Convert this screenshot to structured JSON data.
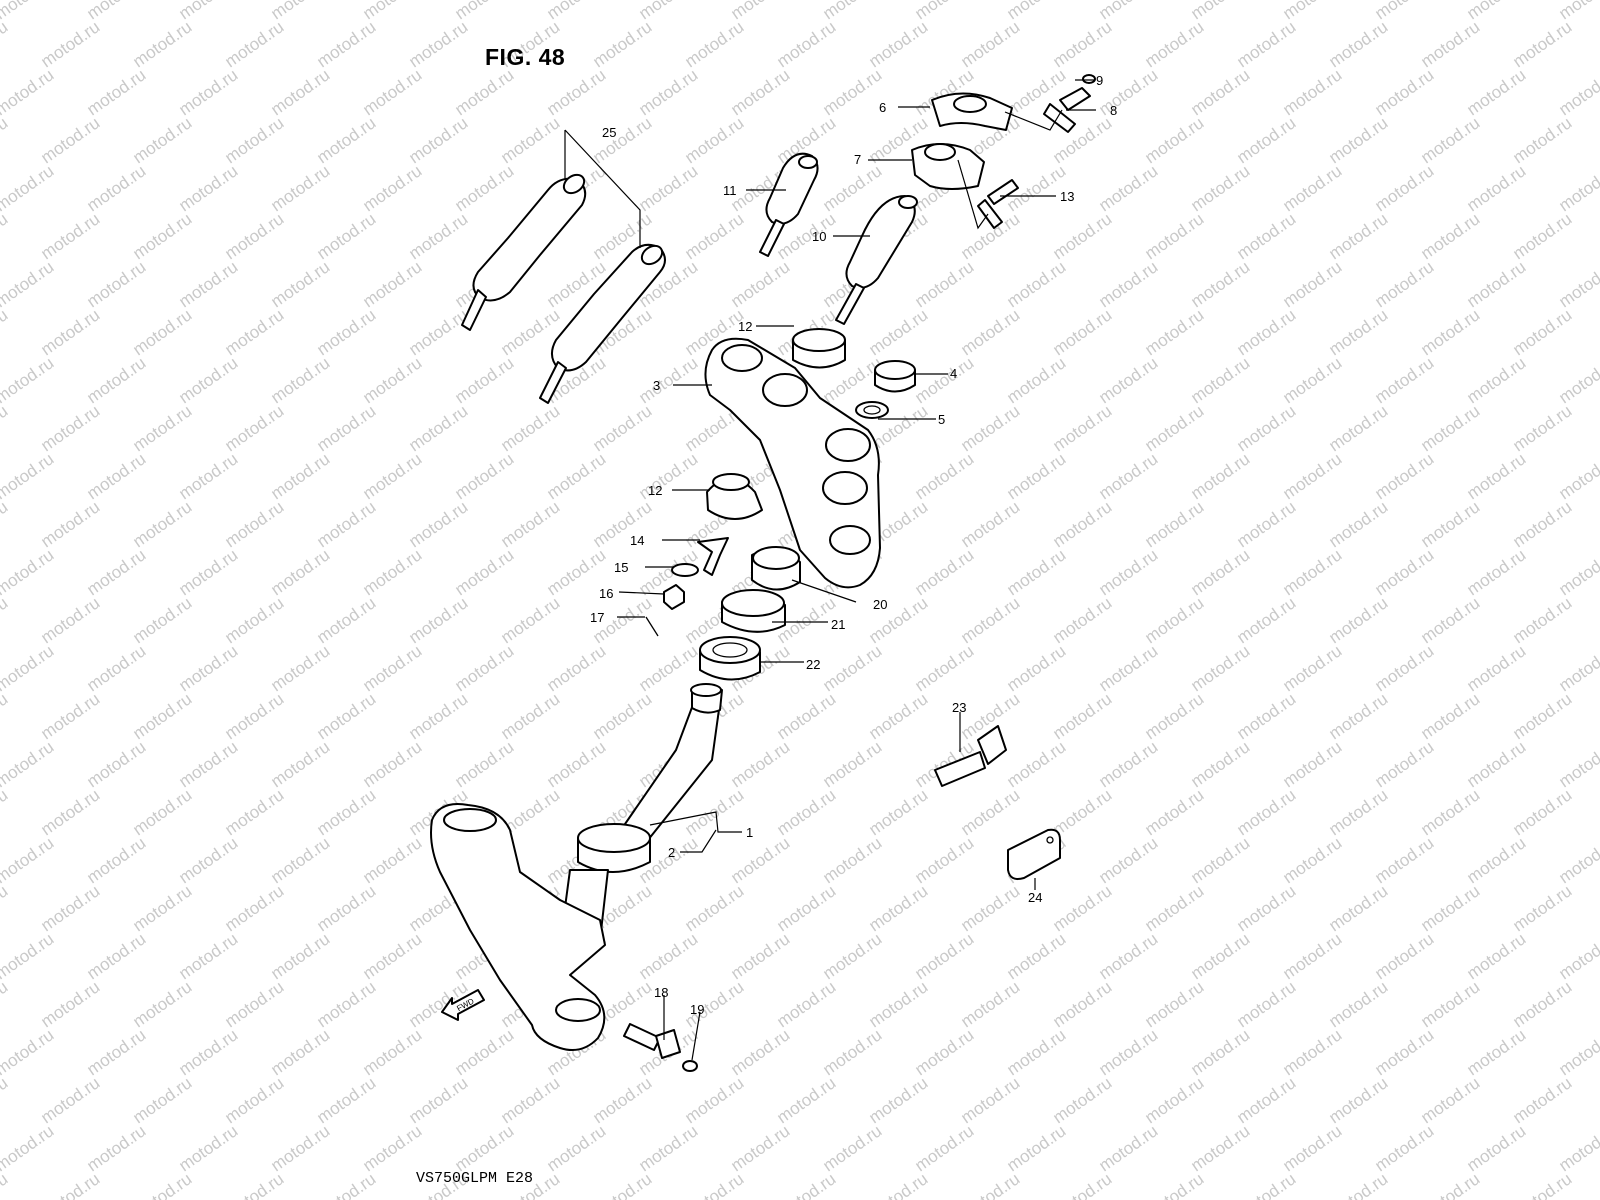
{
  "figure": {
    "title": "FIG. 48",
    "model_code": "VS750GLPM  E28",
    "watermark": "motod.ru",
    "fwd_label": "FWD"
  },
  "callouts": [
    {
      "id": "c1",
      "text": "1"
    },
    {
      "id": "c2",
      "text": "2"
    },
    {
      "id": "c3",
      "text": "3"
    },
    {
      "id": "c4",
      "text": "4"
    },
    {
      "id": "c5",
      "text": "5"
    },
    {
      "id": "c6",
      "text": "6"
    },
    {
      "id": "c7",
      "text": "7"
    },
    {
      "id": "c8",
      "text": "8"
    },
    {
      "id": "c9",
      "text": "9"
    },
    {
      "id": "c10",
      "text": "10"
    },
    {
      "id": "c11",
      "text": "11"
    },
    {
      "id": "c12a",
      "text": "12"
    },
    {
      "id": "c12b",
      "text": "12"
    },
    {
      "id": "c13",
      "text": "13"
    },
    {
      "id": "c14",
      "text": "14"
    },
    {
      "id": "c15",
      "text": "15"
    },
    {
      "id": "c16",
      "text": "16"
    },
    {
      "id": "c17",
      "text": "17"
    },
    {
      "id": "c18",
      "text": "18"
    },
    {
      "id": "c19",
      "text": "19"
    },
    {
      "id": "c20",
      "text": "20"
    },
    {
      "id": "c21",
      "text": "21"
    },
    {
      "id": "c22",
      "text": "22"
    },
    {
      "id": "c23",
      "text": "23"
    },
    {
      "id": "c24",
      "text": "24"
    },
    {
      "id": "c25",
      "text": "25"
    }
  ],
  "colors": {
    "ink": "#000000",
    "background": "#ffffff",
    "watermark": "#c9c9c9"
  }
}
